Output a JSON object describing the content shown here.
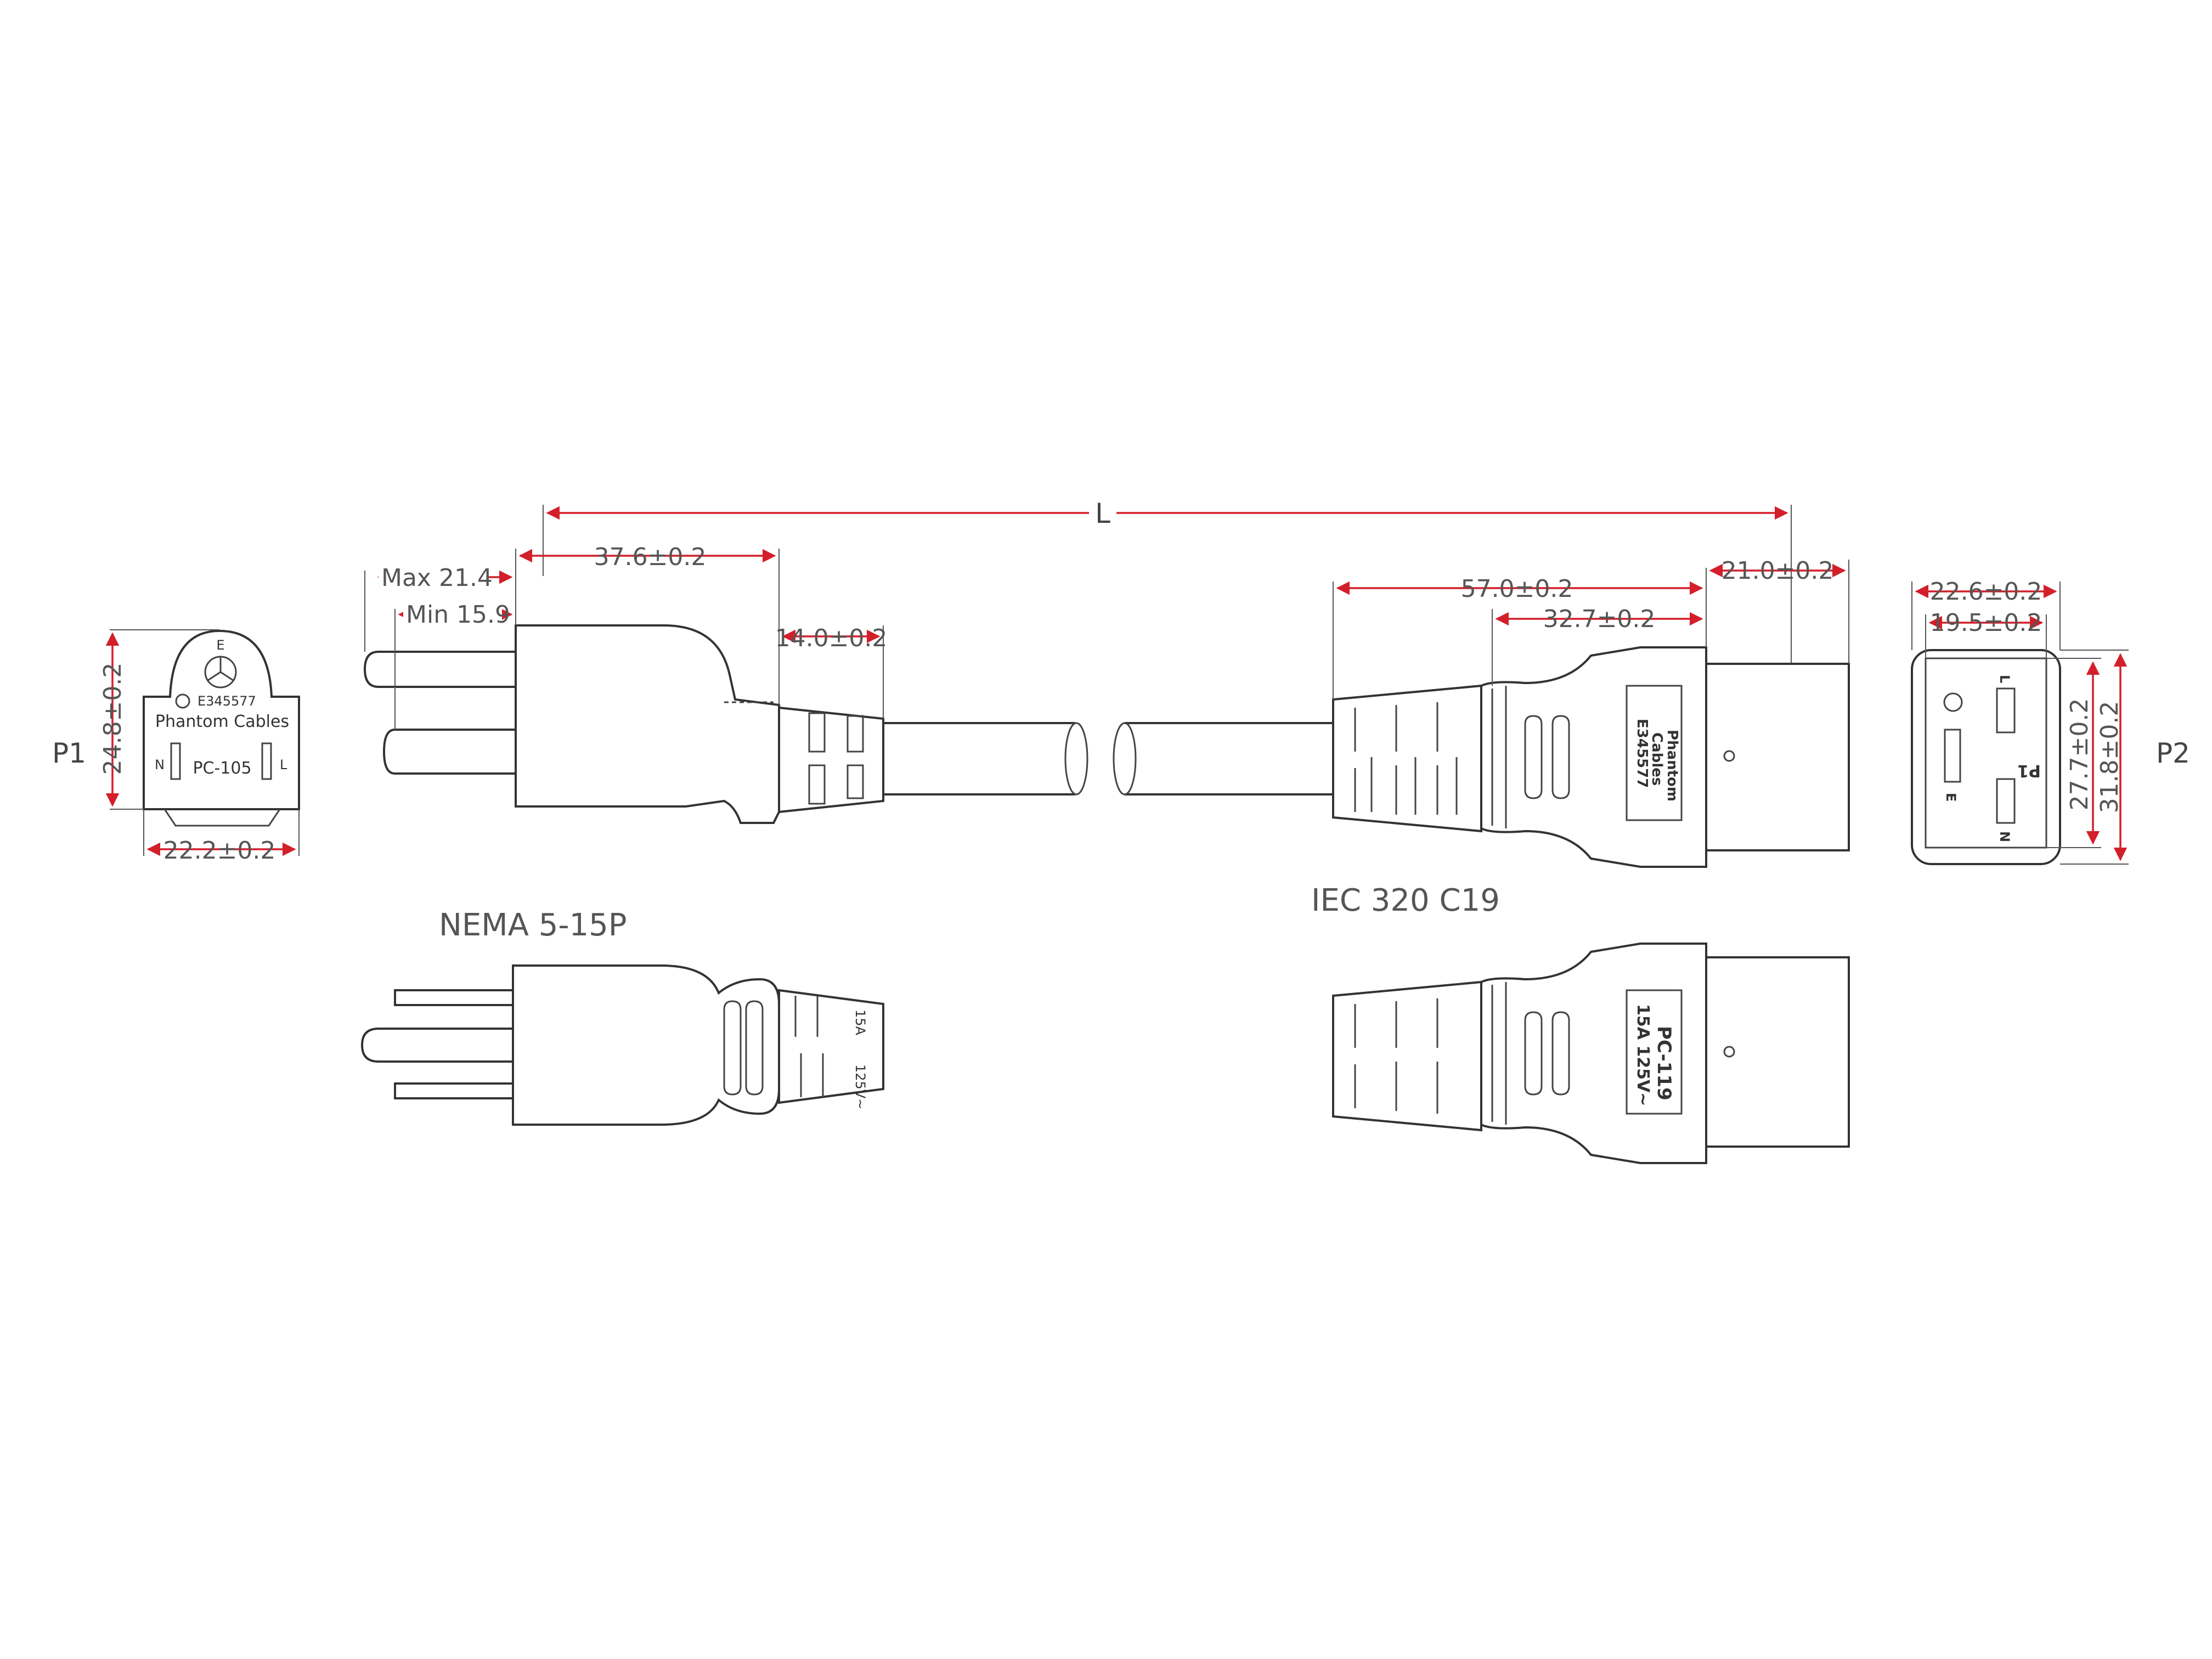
{
  "diagram": {
    "length_label": "L",
    "connector_left": {
      "name": "NEMA 5-15P",
      "view_label": "P1",
      "face": {
        "ground_label": "E",
        "neutral_label": "N",
        "line_label": "L",
        "cert_code": "E345577",
        "brand": "Phantom Cables",
        "model": "PC-105"
      },
      "strain_relief_text": [
        "125V~",
        "15A"
      ],
      "dims": {
        "pin_max": "Max 21.4",
        "pin_min": "Min 15.9",
        "body_length": "37.6±0.2",
        "strain_relief": "14.0±0.2",
        "face_height": "24.8±0.2",
        "face_width": "22.2±0.2"
      }
    },
    "connector_right": {
      "name": "IEC 320 C19",
      "view_label": "P2",
      "label_top": {
        "brand_line1": "Phantom",
        "brand_line2": "Cables",
        "cert_code": "E345577"
      },
      "label_bottom": {
        "model": "PC-119",
        "rating": "15A 125V~"
      },
      "face": {
        "ground_label": "E",
        "neutral_label": "N",
        "line_label": "L",
        "extra_label": "P1"
      },
      "dims": {
        "overall": "57.0±0.2",
        "grip": "32.7±0.2",
        "head": "21.0±0.2",
        "face_width_outer": "22.6±0.2",
        "face_width_inner": "19.5±0.2",
        "face_height_inner": "27.7±0.2",
        "face_height_outer": "31.8±0.2"
      }
    },
    "colors": {
      "dimension_line": "#d31f2a",
      "outline": "#333333"
    }
  }
}
